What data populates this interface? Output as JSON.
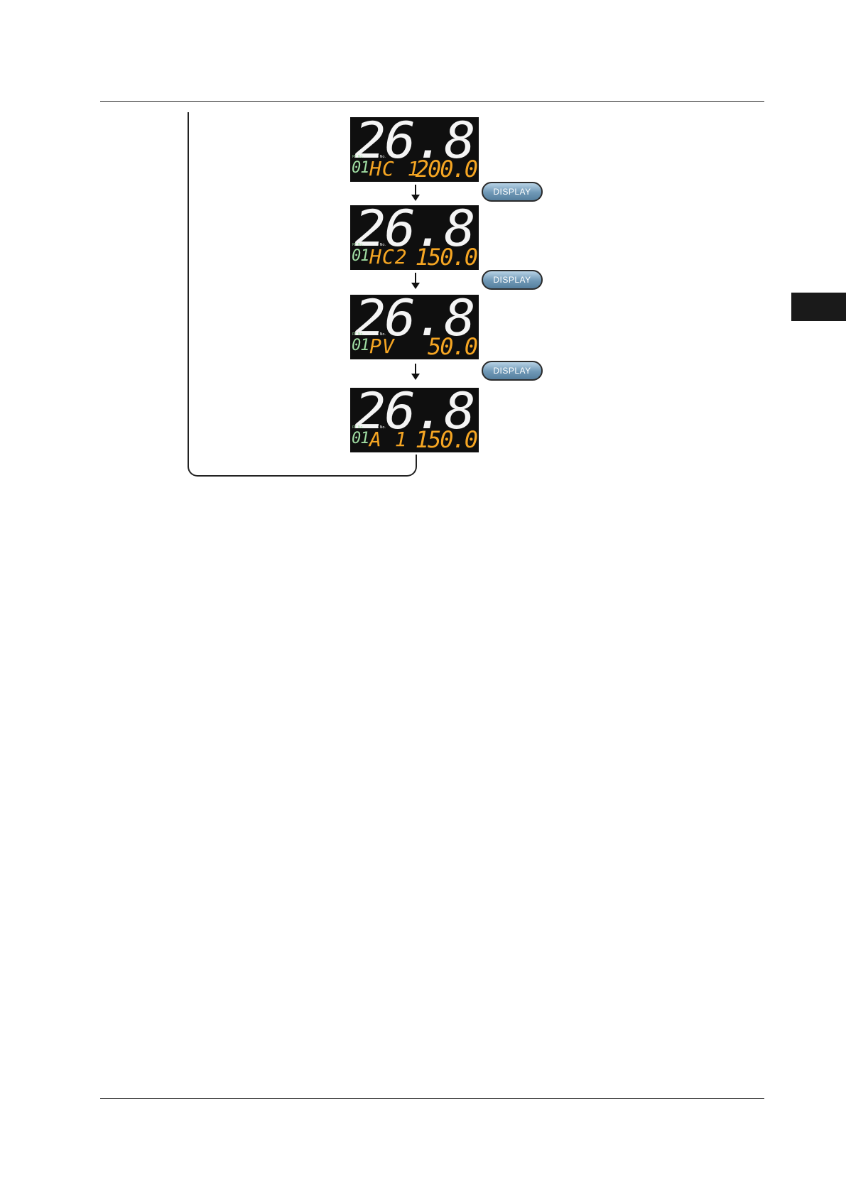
{
  "screens": [
    {
      "loop": "01",
      "pt_label": "PT No.",
      "stg_label": "STG No.",
      "pv": "26.8",
      "param": "HC 1",
      "value": "200.0"
    },
    {
      "loop": "01",
      "pt_label": "PT No.",
      "stg_label": "STG No.",
      "pv": "26.8",
      "param": "HC2",
      "value": "150.0"
    },
    {
      "loop": "01",
      "pt_label": "PT No.",
      "stg_label": "STG No.",
      "pv": "26.8",
      "param": "PV",
      "value": "50.0"
    },
    {
      "loop": "01",
      "pt_label": "PT No.",
      "stg_label": "STG No.",
      "pv": "26.8",
      "param": "A 1",
      "value": "150.0"
    }
  ],
  "keys": [
    {
      "label": "DISPLAY"
    },
    {
      "label": "DISPLAY"
    },
    {
      "label": "DISPLAY"
    }
  ],
  "colors": {
    "panel_bg": "#0f0f0f",
    "pv_digits": "#f4f4f4",
    "set_digits": "#f6a623",
    "loop_digits": "#9fdca2",
    "key_face": "#6f98b6"
  }
}
